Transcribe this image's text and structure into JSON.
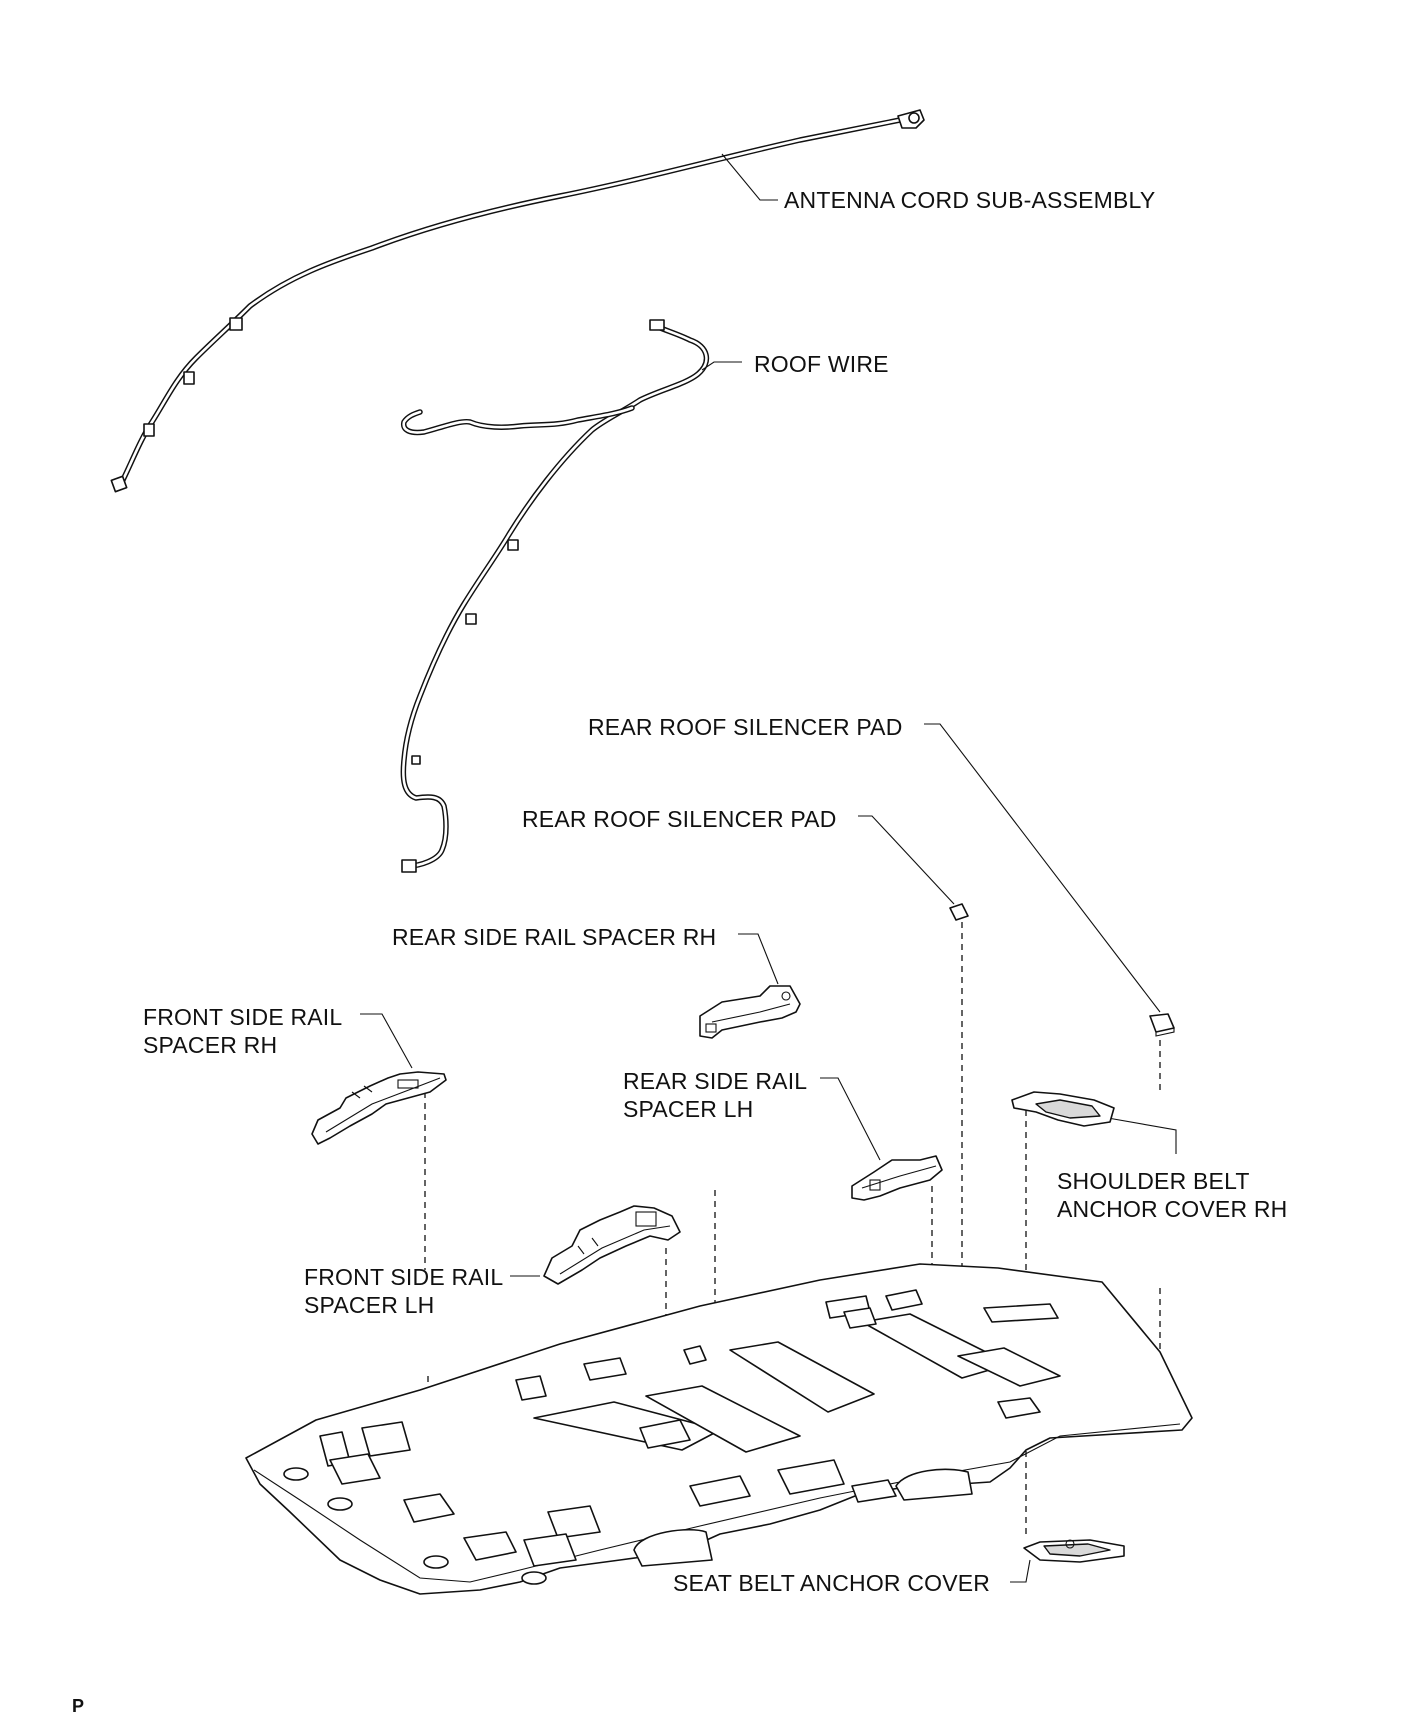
{
  "labels": {
    "antenna_cord": "ANTENNA CORD SUB-ASSEMBLY",
    "roof_wire": "ROOF WIRE",
    "rear_roof_silencer_pad_1": "REAR ROOF SILENCER PAD",
    "rear_roof_silencer_pad_2": "REAR ROOF SILENCER PAD",
    "rear_side_rail_spacer_rh": "REAR SIDE RAIL SPACER RH",
    "front_side_rail_spacer_rh_line1": "FRONT SIDE RAIL",
    "front_side_rail_spacer_rh_line2": "SPACER RH",
    "rear_side_rail_spacer_lh_line1": "REAR SIDE RAIL",
    "rear_side_rail_spacer_lh_line2": "SPACER LH",
    "shoulder_belt_anchor_cover_rh_line1": "SHOULDER BELT",
    "shoulder_belt_anchor_cover_rh_line2": "ANCHOR COVER RH",
    "front_side_rail_spacer_lh_line1": "FRONT SIDE RAIL",
    "front_side_rail_spacer_lh_line2": "SPACER LH",
    "seat_belt_anchor_cover": "SEAT BELT ANCHOR COVER"
  },
  "figure_code": "P"
}
